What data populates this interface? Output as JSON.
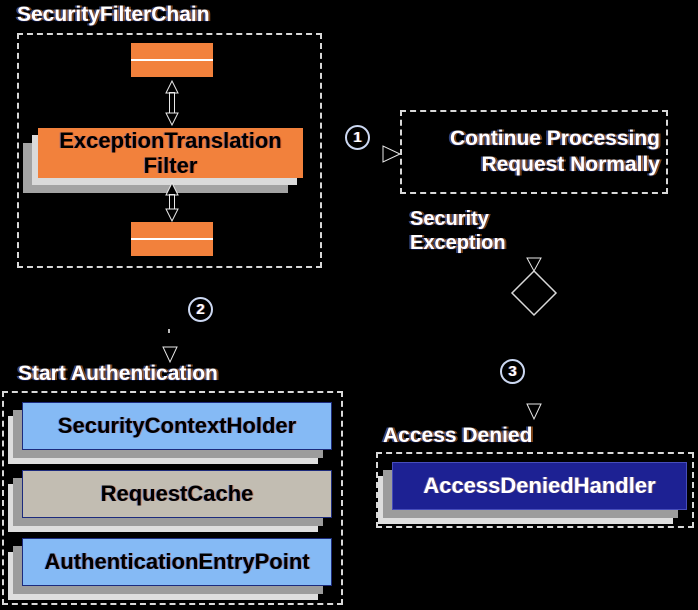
{
  "diagram": {
    "security_filter_chain": {
      "title": "SecurityFilterChain",
      "filter_lines": [
        "ExceptionTranslation",
        "Filter"
      ]
    },
    "steps": [
      "1",
      "2",
      "3"
    ],
    "continue_box": {
      "label": "Continue Processing Request Normally"
    },
    "security_exception_label": "Security Exception",
    "start_authentication": {
      "title": "Start Authentication",
      "boxes": [
        "SecurityContextHolder",
        "RequestCache",
        "AuthenticationEntryPoint"
      ]
    },
    "access_denied": {
      "title": "Access Denied",
      "handler_box": "AccessDeniedHandler"
    },
    "colors": {
      "background": "#000000",
      "filter_orange": "#F2813C",
      "component_blue": "#85BAF5",
      "request_cache_gray": "#C2BDB2",
      "handler_navy": "#1D2193",
      "line_white": "#E8E8E8"
    }
  }
}
